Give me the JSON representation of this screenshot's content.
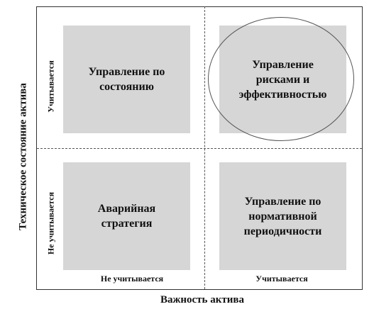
{
  "axes": {
    "x_label": "Важность актива",
    "y_label": "Техническое состояние актива",
    "x_ticks": [
      "Не учитывается",
      "Учитывается"
    ],
    "y_ticks": [
      "Учитывается",
      "Не учитывается"
    ]
  },
  "quadrants": {
    "top_left": [
      "Управление по",
      "состоянию"
    ],
    "top_right": [
      "Управление",
      "рисками и",
      "эффективностью"
    ],
    "bottom_left": [
      "Аварийная",
      "стратегия"
    ],
    "bottom_right": [
      "Управление по",
      "нормативной",
      "периодичности"
    ]
  },
  "colors": {
    "quadrant_fill": "#d6d6d6",
    "lines": "#555555"
  },
  "highlight": "top_right"
}
